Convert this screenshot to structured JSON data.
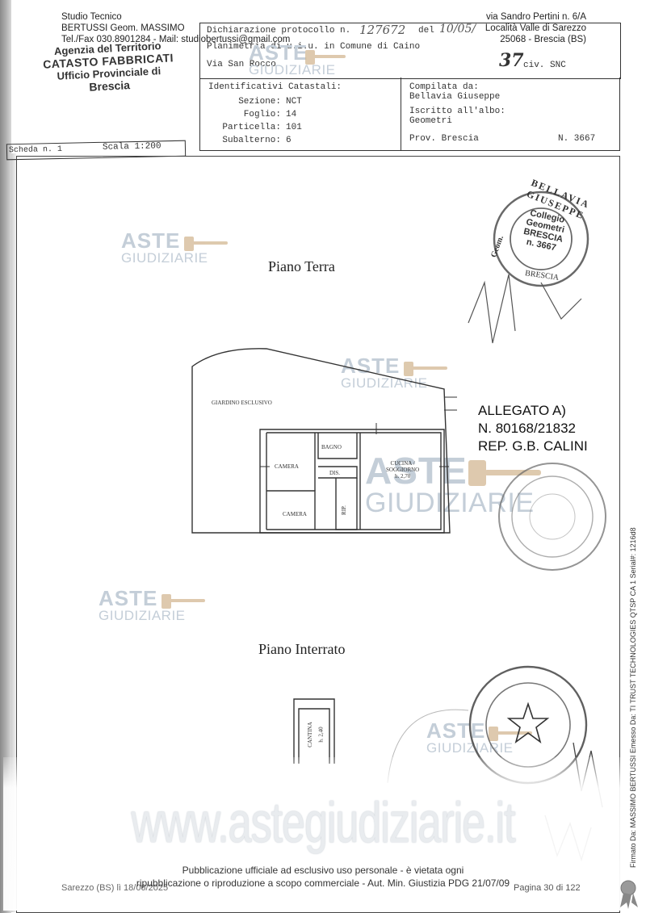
{
  "header": {
    "studio_lines": [
      "Studio Tecnico",
      "BERTUSSI Geom. MASSIMO",
      "Tel./Fax 030.8901284 - Mail: studiobertussi@gmail.com"
    ],
    "address_lines": [
      "via Sandro Pertini n. 6/A",
      "Località Valle di Sarezzo",
      "25068 - Brescia (BS)"
    ],
    "agency_lines": [
      "Agenzia del Territorio",
      "CATASTO FABBRICATI",
      "Ufficio Provinciale di",
      "Brescia"
    ]
  },
  "declaration": {
    "protocol_label": "Dichiarazione protocollo n.",
    "protocol_number": "127672",
    "date_label": "del",
    "date_value": "10/05/",
    "planimetry": "Planimetria di u.i.u. in Comune di Caino",
    "street": "Via San Rocco",
    "civ_handwritten": "37",
    "civ_suffix": "civ. SNC"
  },
  "identifiers": {
    "heading": "Identificativi Catastali:",
    "rows": [
      {
        "label": "Sezione:",
        "value": "NCT"
      },
      {
        "label": "Foglio:",
        "value": "14"
      },
      {
        "label": "Particella:",
        "value": "101"
      },
      {
        "label": "Subalterno:",
        "value": "6"
      }
    ]
  },
  "compiled": {
    "heading": "Compilata da:",
    "name": "Bellavia Giuseppe",
    "register_label": "Iscritto all'albo:",
    "register_value": "Geometri",
    "province": "Prov. Brescia",
    "number": "N.  3667"
  },
  "scheda": {
    "label": "Scheda n. 1",
    "scale": "Scala 1:200"
  },
  "watermark": {
    "line1": "ASTE",
    "line2": "GIUDIZIARIE"
  },
  "floors": {
    "ground_title": "Piano Terra",
    "basement_title": "Piano Interrato"
  },
  "rooms": {
    "garden": "GIARDINO ESCLUSIVO",
    "bath": "BAGNO",
    "bedroom1": "CAMERA",
    "bedroom2": "CAMERA",
    "dis": "DIS.",
    "rip": "RIP.",
    "kitchen_1": "CUCINA /",
    "kitchen_2": "SOGGIORNO",
    "kitchen_height": "h. 2,70",
    "cellar": "CANTINA",
    "cellar_height": "h. 2,40"
  },
  "stamp": {
    "ring_text": "BELLAVIA GIUSEPPE",
    "geom": "Geom.",
    "line1": "Collegio",
    "line2": "Geometri",
    "line3": "BRESCIA",
    "line4": "n. 3667",
    "bottom": "BRESCIA"
  },
  "allegato": {
    "line1": "ALLEGATO A)",
    "line2": "N. 80168/21832",
    "line3": "REP. G.B. CALINI"
  },
  "footer": {
    "site": "www.astegiudiziarie.it",
    "notice_line1": "Pubblicazione ufficiale ad esclusivo uso personale - è vietata ogni",
    "notice_line2": "ripubblicazione o riproduzione a scopo commerciale - Aut. Min. Giustizia PDG 21/07/09",
    "left": "Sarezzo (BS) lì 18/06/2025",
    "right": "Pagina 30 di 122",
    "vertical_signature": "Firmato Da: MASSIMO BERTUSSI Emesso Da: TI TRUST TECHNOLOGIES QTSP CA 1 Serial#: 1216d8"
  }
}
